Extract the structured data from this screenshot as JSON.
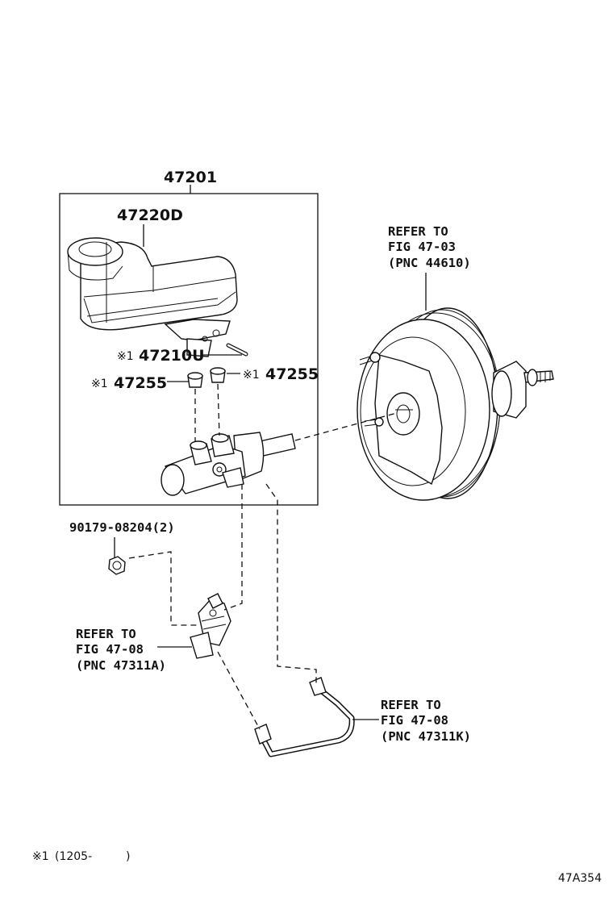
{
  "labels": {
    "assy": "47201",
    "reservoir": "47220D",
    "pin_mark": "※1",
    "pin": "47210U",
    "grommet_left_mark": "※1",
    "grommet_left": "47255",
    "grommet_right_mark": "※1",
    "grommet_right": "47255",
    "nut": "90179-08204(2)",
    "catalog_code": "47A354"
  },
  "refs": {
    "booster": [
      "REFER TO",
      "FIG 47-03",
      "(PNC 44610)"
    ],
    "valve": [
      "REFER TO",
      "FIG 47-08",
      "(PNC 47311A)"
    ],
    "tube": [
      "REFER TO",
      "FIG 47-08",
      "(PNC 47311K)"
    ]
  },
  "footnote": {
    "mark": "※1",
    "text": "(1205-",
    "close": ")"
  },
  "icons": {
    "reservoir": "brake-fluid-reservoir-icon",
    "master_cylinder": "master-cylinder-icon",
    "booster": "brake-booster-icon",
    "valve": "proportioning-valve-icon",
    "tube": "brake-tube-icon",
    "nut": "flange-nut-icon"
  }
}
